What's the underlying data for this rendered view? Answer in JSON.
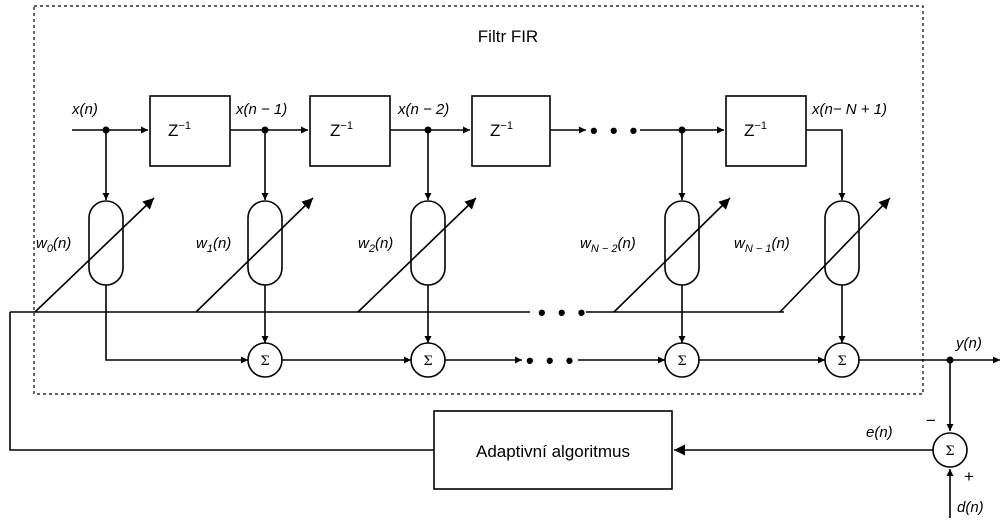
{
  "filter_title": "Filtr  FIR",
  "delay_label": "Z",
  "delay_exponent": "−1",
  "sum_symbol": "Σ",
  "ellipsis": "• • •",
  "signals": {
    "x_n": "x(n)",
    "x_n1": "x(n − 1)",
    "x_n2": "x(n − 2)",
    "x_nN1": "x(n− N + 1)",
    "y_n": "y(n)",
    "e_n": "e(n)",
    "d_n": "d(n)"
  },
  "weights": [
    {
      "base": "w",
      "sub": "0",
      "arg": "(n)"
    },
    {
      "base": "w",
      "sub": "1",
      "arg": "(n)"
    },
    {
      "base": "w",
      "sub": "2",
      "arg": "(n)"
    },
    {
      "base": "w",
      "sub": "N − 2",
      "arg": "(n)"
    },
    {
      "base": "w",
      "sub": "N − 1",
      "arg": "(n)"
    }
  ],
  "signs": {
    "minus": "−",
    "plus": "+"
  },
  "algorithm_label": "Adaptivní algoritmus"
}
